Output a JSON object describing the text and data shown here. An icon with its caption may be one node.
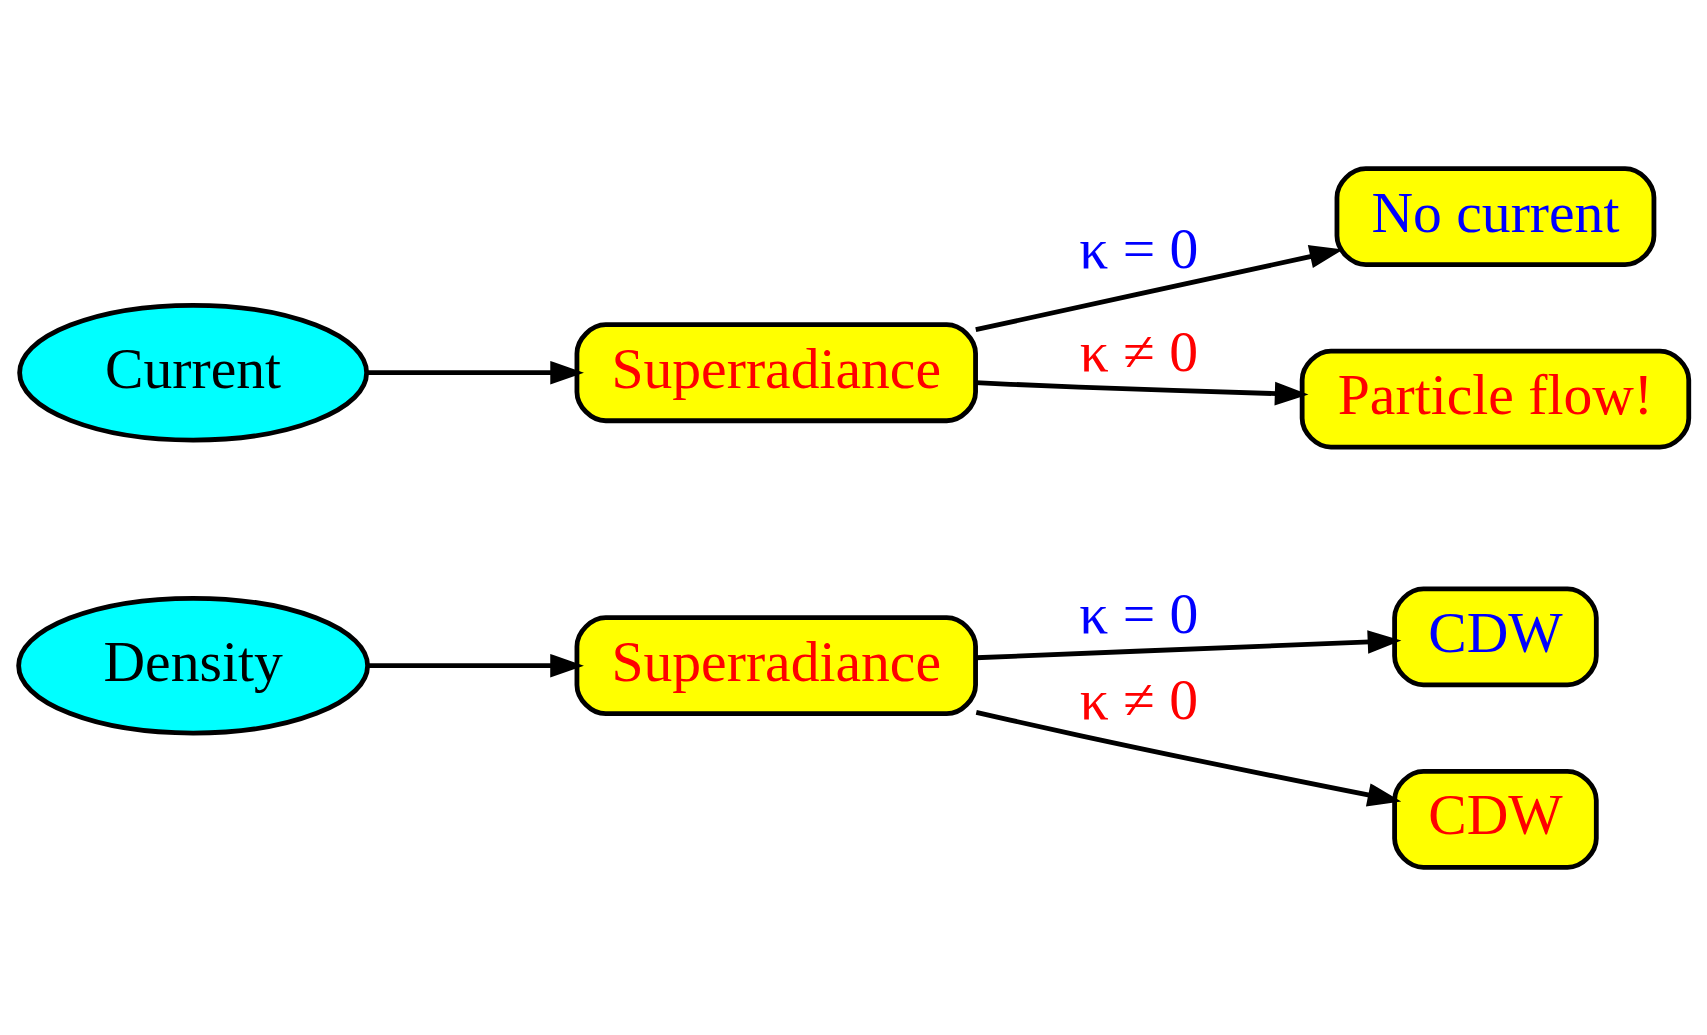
{
  "diagram": {
    "nodes": [
      {
        "text": [
          "Density"
        ]
      },
      {
        "text": [
          "Superradiance"
        ]
      },
      {
        "text": [
          "CDW"
        ]
      },
      {
        "text": [
          "CDW"
        ]
      },
      {
        "text": [
          "Current"
        ]
      },
      {
        "text": [
          "Superradiance"
        ]
      },
      {
        "text": [
          "No current"
        ]
      },
      {
        "text": [
          "Particle flow!"
        ]
      }
    ],
    "edges": [
      {
        "from": 0,
        "to": 1,
        "arrow": "to"
      },
      {
        "from": 1,
        "to": 2,
        "arrow": "to",
        "label": "κ = 0"
      },
      {
        "from": 1,
        "to": 3,
        "arrow": "to",
        "label": "κ ≠ 0"
      },
      {
        "from": 4,
        "to": 5,
        "arrow": "to"
      },
      {
        "from": 5,
        "to": 6,
        "arrow": "to",
        "label": "κ = 0"
      },
      {
        "from": 5,
        "to": 7,
        "arrow": "to",
        "label": "κ ≠ 0"
      }
    ]
  }
}
